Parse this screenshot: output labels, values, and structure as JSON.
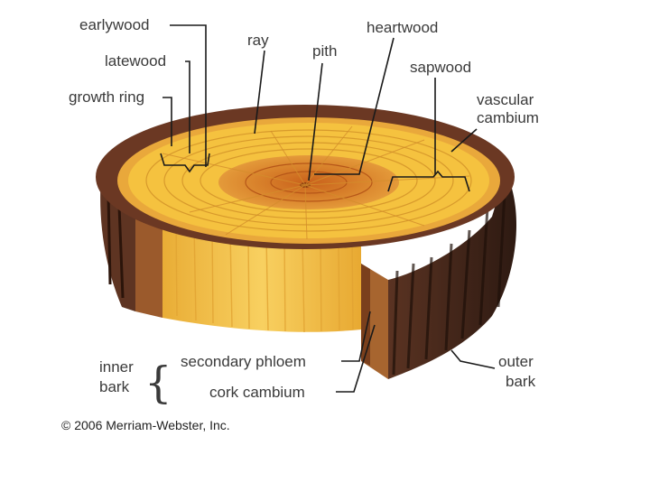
{
  "labels": {
    "earlywood": "earlywood",
    "latewood": "latewood",
    "growth_ring": "growth ring",
    "ray": "ray",
    "pith": "pith",
    "heartwood": "heartwood",
    "sapwood": "sapwood",
    "vascular_cambium_1": "vascular",
    "vascular_cambium_2": "cambium",
    "inner_bark_1": "inner",
    "inner_bark_2": "bark",
    "secondary_phloem": "secondary phloem",
    "cork_cambium": "cork cambium",
    "outer_bark_1": "outer",
    "outer_bark_2": "bark",
    "inner_bark_brace": "{"
  },
  "copyright": "© 2006 Merriam-Webster, Inc.",
  "colors": {
    "heartwood": "#d9832c",
    "sapwood": "#f5c23f",
    "side_wood": "#f2c14a",
    "bark": "#4a2a1c",
    "phloem": "#9b5a2c"
  }
}
